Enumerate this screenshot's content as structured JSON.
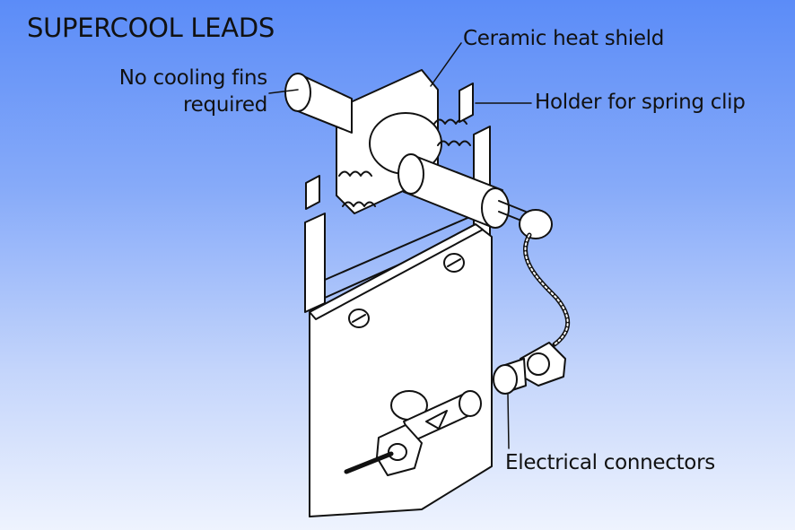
{
  "title": "SUPERCOOL LEADS",
  "labels": {
    "heat_shield": "Ceramic heat shield",
    "holder": "Holder for spring clip",
    "fins_line1": "No cooling fins",
    "fins_line2": "required",
    "connectors": "Electrical connectors"
  },
  "colors": {
    "background_top": "#5b8cf8",
    "background_bottom": "#eef3fe",
    "ink": "#111111",
    "part_fill": "#ffffff"
  }
}
